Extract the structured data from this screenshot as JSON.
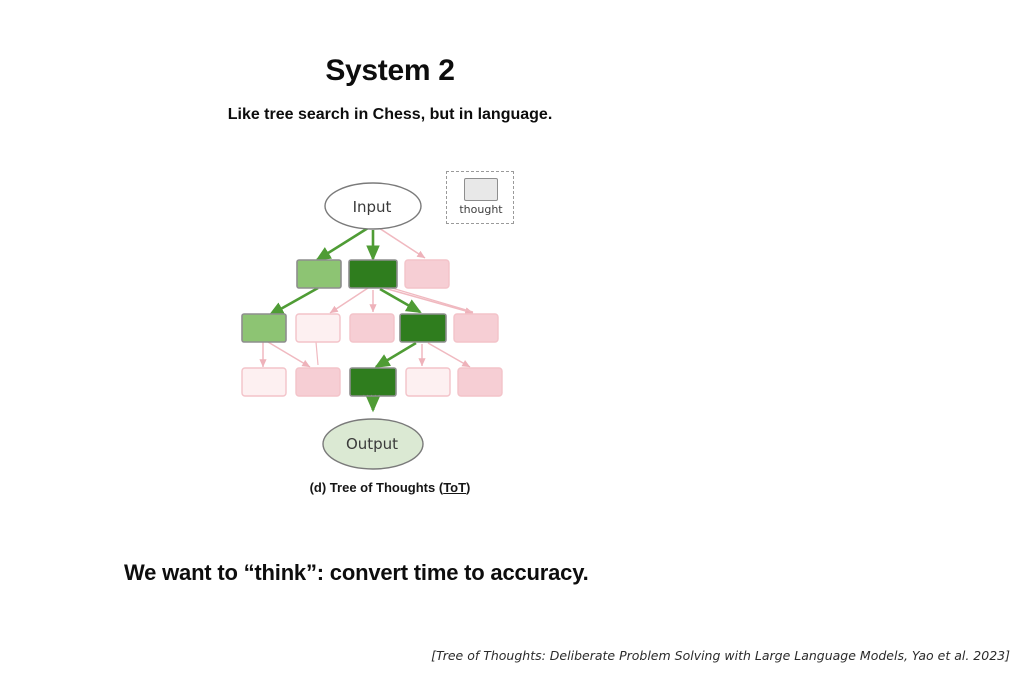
{
  "slide": {
    "title": "System 2",
    "subtitle": "Like tree search in Chess, but in language.",
    "bottom_statement": "We want to “think”: convert time to accuracy.",
    "citation": "[Tree of Thoughts: Deliberate Problem Solving with Large Language Models, Yao et al. 2023]"
  },
  "figure": {
    "caption_prefix": "(d) Tree of Thoughts (",
    "caption_underlined": "ToT",
    "caption_suffix": ")",
    "input_label": "Input",
    "output_label": "Output",
    "ellipsis": ".....",
    "legend": {
      "label": "thought",
      "swatch_fill": "#e8e8e8",
      "swatch_stroke": "#8e8e8e",
      "border_style": "dashed",
      "border_color": "#9a9a9a"
    },
    "colors": {
      "green_dark": "#2f7d1e",
      "green_light": "#8dc473",
      "green_edge": "#4f9c35",
      "pink": "#f6ced4",
      "pink_faint": "#fdf0f1",
      "pink_edge": "#f0b9c0",
      "node_stroke_gray": "#8e8e8e",
      "node_stroke_pink": "#f3c3c9",
      "ellipse_stroke": "#7a7a7a",
      "output_fill": "#dbe9d3"
    },
    "nodes": {
      "level1": [
        "green_light",
        "green_dark",
        "pink"
      ],
      "level2": [
        "green_light",
        "pink_faint",
        "pink",
        "green_dark",
        "pink"
      ],
      "level3": [
        "pink_faint",
        "pink",
        "green_dark",
        "pink_faint",
        "pink"
      ]
    },
    "edges": {
      "green_count": 6,
      "pink_count": 11
    }
  }
}
